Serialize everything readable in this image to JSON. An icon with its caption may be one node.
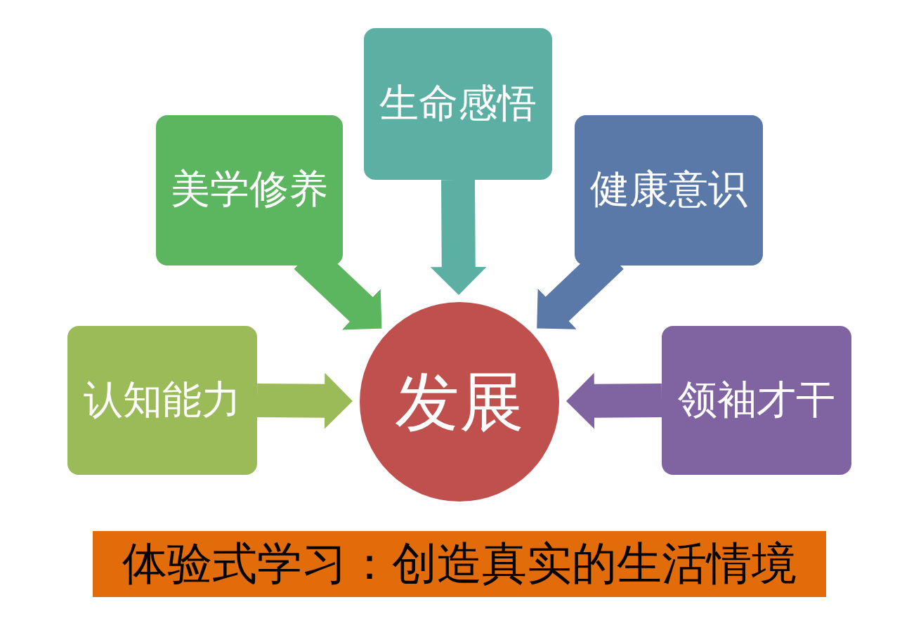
{
  "diagram": {
    "nodes": [
      {
        "text": [
          "认知能力"
        ]
      },
      {
        "text": [
          "美学修养"
        ]
      },
      {
        "text": [
          "生命感悟"
        ]
      },
      {
        "text": [
          "健康意识"
        ]
      },
      {
        "text": [
          "领袖才干"
        ]
      },
      {
        "text": [
          "发展"
        ]
      },
      {
        "text": [
          "体验式学习：创造真实的生活情境"
        ]
      }
    ],
    "edges": [
      {
        "from": 0,
        "to": 5,
        "arrow": "to",
        "color": "#9bbb59"
      },
      {
        "from": 1,
        "to": 5,
        "arrow": "to",
        "color": "#5cb55f"
      },
      {
        "from": 2,
        "to": 5,
        "arrow": "to",
        "color": "#5bb0a3"
      },
      {
        "from": 3,
        "to": 5,
        "arrow": "to",
        "color": "#5a78a8"
      },
      {
        "from": 4,
        "to": 5,
        "arrow": "to",
        "color": "#8064a2"
      }
    ]
  }
}
